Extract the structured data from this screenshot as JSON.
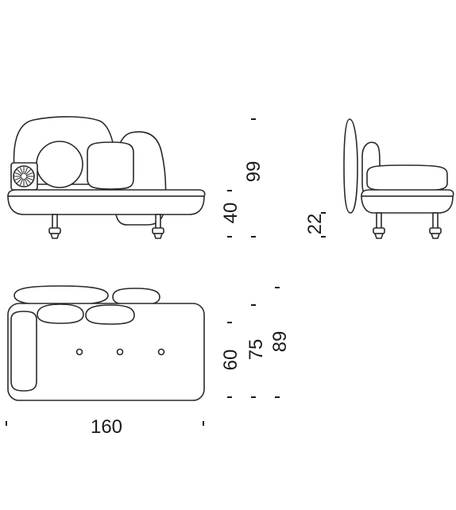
{
  "dimensions": {
    "front_height_total": "99",
    "front_seat_height": "40",
    "side_cushion_height": "22",
    "top_depth_seat": "60",
    "top_depth_base": "75",
    "top_depth_total": "89",
    "width": "160"
  }
}
